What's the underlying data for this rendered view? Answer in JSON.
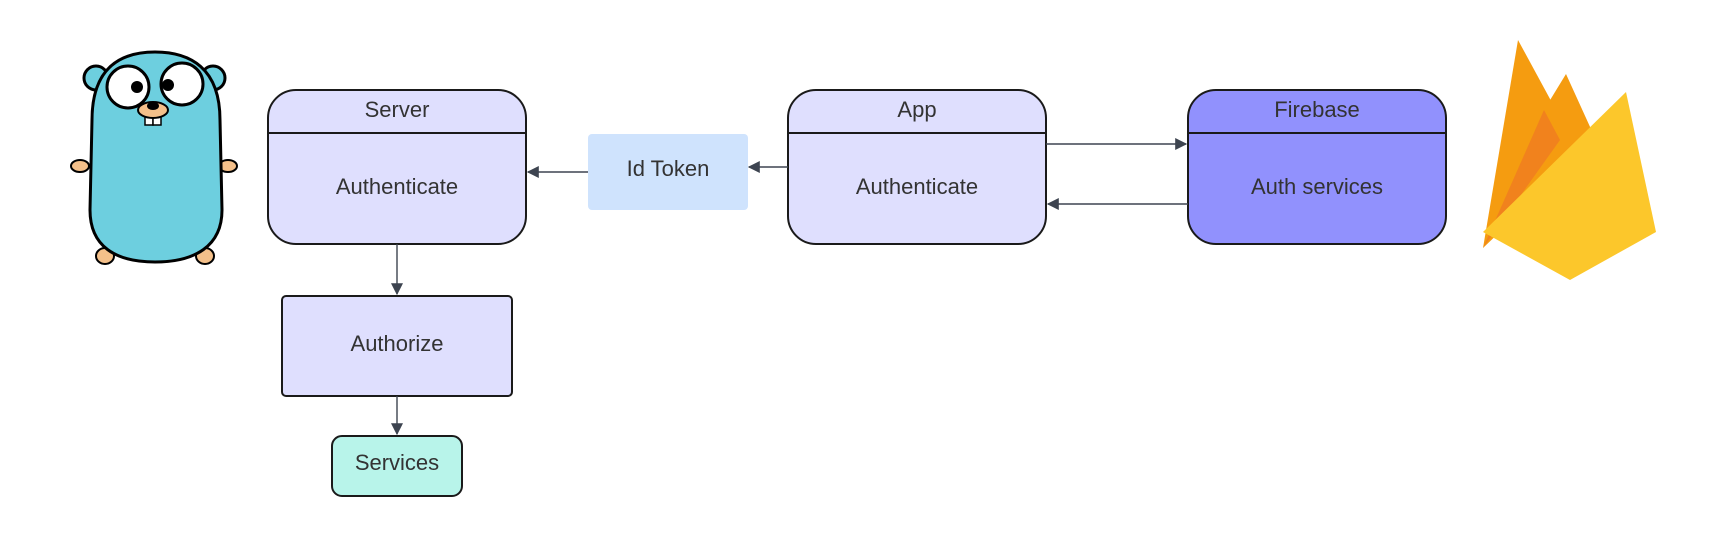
{
  "nodes": {
    "server": {
      "title": "Server",
      "body": "Authenticate"
    },
    "id_token": {
      "label": "Id Token"
    },
    "app": {
      "title": "App",
      "body": "Authenticate"
    },
    "firebase": {
      "title": "Firebase",
      "body": "Auth services"
    },
    "authorize": {
      "label": "Authorize"
    },
    "services": {
      "label": "Services"
    }
  },
  "colors": {
    "lavender": "#dfdffe",
    "firebase_purple": "#9191fd",
    "token_blue": "#cfe3fd",
    "services_teal": "#b8f4ea",
    "edge": "#3d4450",
    "gopher_body": "#6dcfdf",
    "gopher_nose": "#f4c08a",
    "flame_orange": "#f59c10",
    "flame_yellow": "#fcc72b",
    "flame_dark": "#f1821d"
  },
  "icons": [
    "go-gopher-logo",
    "firebase-flame-logo"
  ],
  "edges": [
    {
      "from": "App",
      "to": "Id Token"
    },
    {
      "from": "Id Token",
      "to": "Server"
    },
    {
      "from": "App",
      "to": "Firebase"
    },
    {
      "from": "Firebase",
      "to": "App"
    },
    {
      "from": "Server",
      "to": "Authorize"
    },
    {
      "from": "Authorize",
      "to": "Services"
    }
  ]
}
